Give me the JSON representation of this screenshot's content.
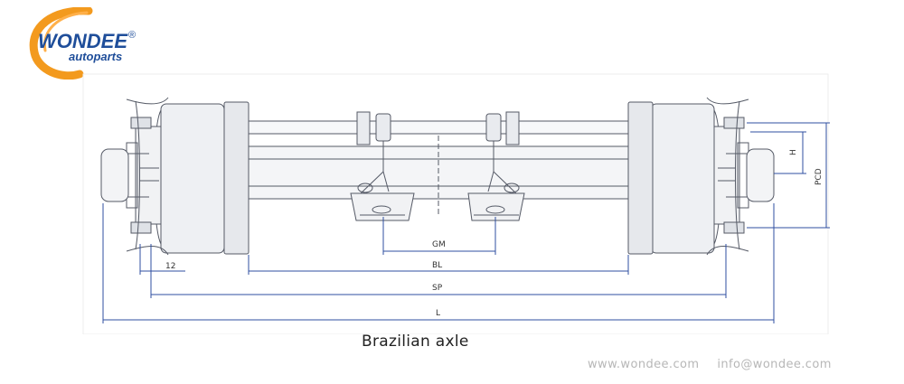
{
  "logo": {
    "brand": "WONDEE",
    "registered": "®",
    "sub": "autoparts",
    "colors": {
      "orange": "#f39a1e",
      "blue": "#1f4e9a"
    }
  },
  "drawing": {
    "dimensions": {
      "gm": "GM",
      "bl": "BL",
      "sp": "SP",
      "l": "L",
      "twelve": "12",
      "h": "H",
      "pcd": "PCD"
    },
    "colors": {
      "line": "#555a66",
      "dimension": "#2f4fa0"
    }
  },
  "caption": "Brazilian axle",
  "footer": {
    "website": "www.wondee.com",
    "email": "info@wondee.com"
  }
}
